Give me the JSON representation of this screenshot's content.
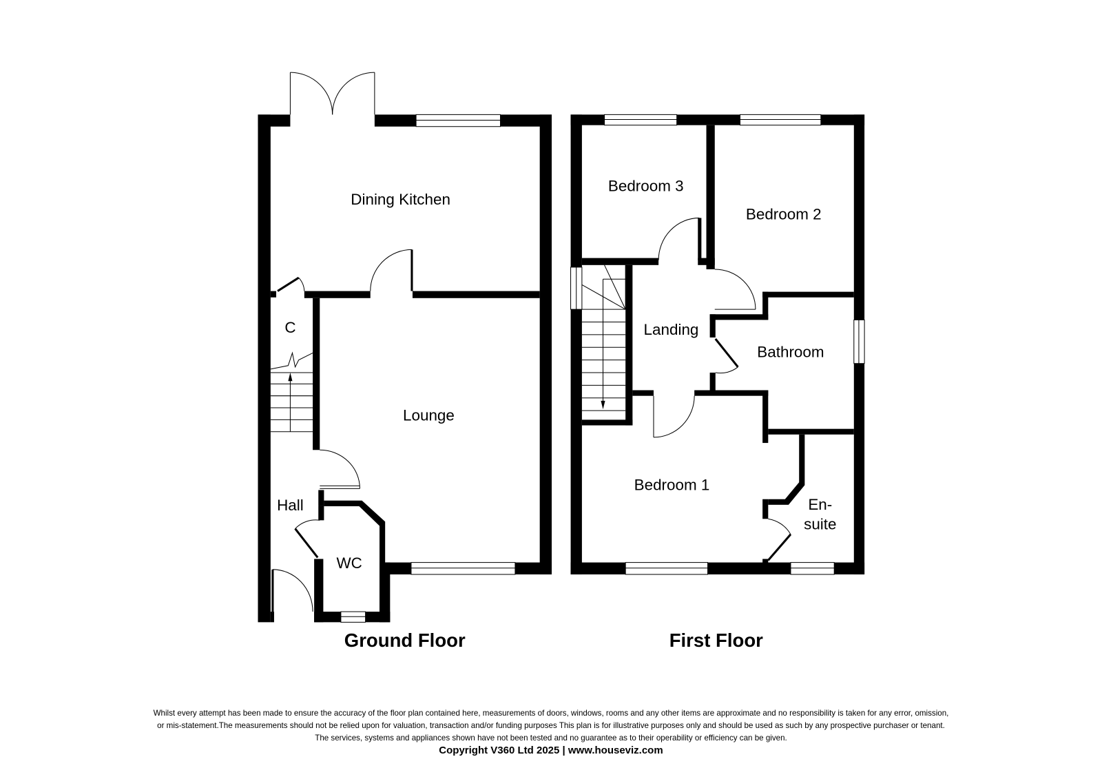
{
  "ground_floor": {
    "title": "Ground Floor",
    "rooms": {
      "dining_kitchen": "Dining Kitchen",
      "lounge": "Lounge",
      "cupboard": "C",
      "hall": "Hall",
      "wc": "WC"
    }
  },
  "first_floor": {
    "title": "First Floor",
    "rooms": {
      "bedroom3": "Bedroom 3",
      "bedroom2": "Bedroom 2",
      "landing": "Landing",
      "bathroom": "Bathroom",
      "bedroom1": "Bedroom 1",
      "ensuite_1": "En-",
      "ensuite_2": "suite"
    }
  },
  "footer": {
    "disclaimer_1": "Whilst every attempt has been made to ensure the accuracy of the floor plan contained here, measurements of doors, windows, rooms and any other items are approximate and no responsibility is taken for any error, omission,",
    "disclaimer_2": "or mis-statement.The measurements should not be relied upon for valuation, transaction and/or funding purposes This plan is for illustrative purposes only and should be used as such by any prospective purchaser or tenant.",
    "disclaimer_3": "The services, systems and appliances shown have not been tested and no guarantee as to their operability or efficiency can be given.",
    "copyright": "Copyright V360 Ltd 2025 | www.houseviz.com"
  }
}
